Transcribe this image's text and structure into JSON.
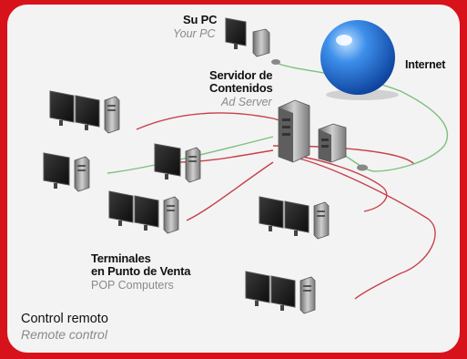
{
  "labels": {
    "su_pc": "Su PC",
    "your_pc": "Your PC",
    "internet": "Internet",
    "servidor_line1": "Servidor de",
    "servidor_line2": "Contenidos",
    "ad_server": "Ad Server",
    "terminales_line1": "Terminales",
    "terminales_line2": "en Punto de Venta",
    "pop_computers": "POP Computers",
    "control_remoto": "Control remoto",
    "remote_control": "Remote control"
  },
  "colors": {
    "frame": "#d8121a",
    "background": "#f3f3f3",
    "red_cable": "#c8404a",
    "green_cable": "#7fbf7f",
    "globe": "#1f73d6"
  }
}
